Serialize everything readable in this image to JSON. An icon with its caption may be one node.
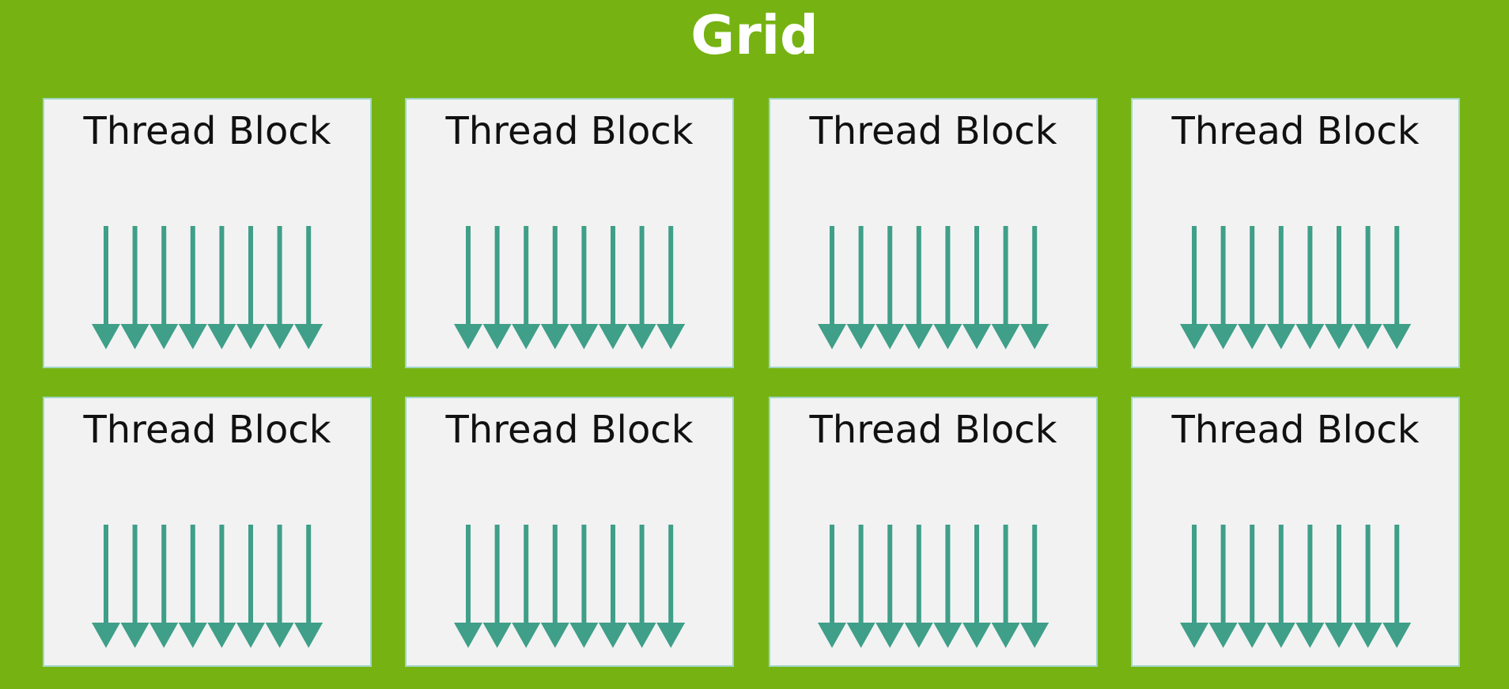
{
  "diagram": {
    "nodes": [
      {
        "text": [
          "Grid"
        ]
      },
      {
        "text": [
          "Thread Block"
        ],
        "in": 0
      },
      {
        "text": [
          "Thread Block"
        ],
        "in": 0
      },
      {
        "text": [
          "Thread Block"
        ],
        "in": 0
      },
      {
        "text": [
          "Thread Block"
        ],
        "in": 0
      },
      {
        "text": [
          "Thread Block"
        ],
        "in": 0
      },
      {
        "text": [
          "Thread Block"
        ],
        "in": 0
      },
      {
        "text": [
          "Thread Block"
        ],
        "in": 0
      },
      {
        "text": [
          "Thread Block"
        ],
        "in": 0
      }
    ],
    "edges": []
  }
}
